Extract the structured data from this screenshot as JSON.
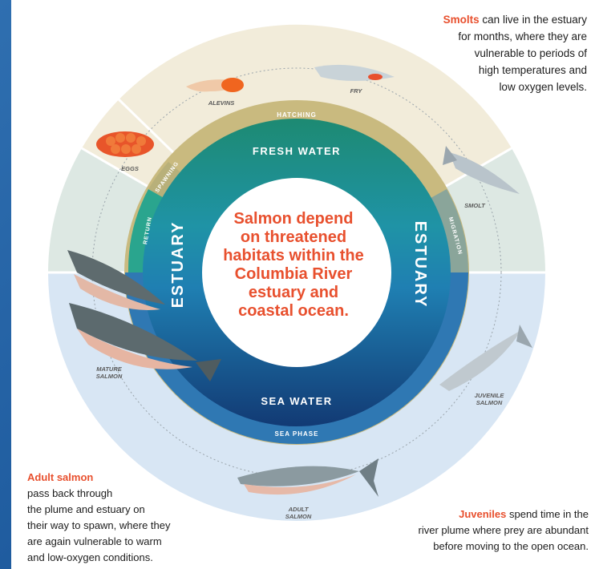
{
  "center": {
    "line1": "Salmon depend",
    "line2": "on threatened",
    "line3": "habitats within the",
    "line4": "Columbia River",
    "line5": "estuary and",
    "line6": "coastal ocean."
  },
  "ring": {
    "fresh_water": "FRESH WATER",
    "sea_water": "SEA WATER",
    "estuary_left": "ESTUARY",
    "estuary_right": "ESTUARY"
  },
  "phases": {
    "hatching": "HATCHING",
    "spawning": "SPAWNING",
    "return": "RETURN",
    "migration": "MIGRATION",
    "sea_phase": "SEA PHASE"
  },
  "stages": {
    "eggs": "EGGS",
    "alevins": "ALEVINS",
    "fry": "FRY",
    "smolt": "SMOLT",
    "juvenile_1": "JUVENILE",
    "juvenile_2": "SALMON",
    "adult_1": "ADULT",
    "adult_2": "SALMON",
    "mature_1": "MATURE",
    "mature_2": "SALMON"
  },
  "callouts": {
    "smolts_highlight": "Smolts",
    "smolts_line1": "can live in the estuary",
    "smolts_line2": "for months, where they are",
    "smolts_line3": "vulnerable to periods of",
    "smolts_line4": "high temperatures and",
    "smolts_line5": "low oxygen levels.",
    "adult_highlight": "Adult salmon",
    "adult_line1": "pass back through",
    "adult_line2": "the plume and estuary on",
    "adult_line3": "their way to spawn, where they",
    "adult_line4": "are again vulnerable to warm",
    "adult_line5": "and low-oxygen conditions.",
    "juveniles_highlight": "Juveniles",
    "juveniles_line1": "spend time in the",
    "juveniles_line2": "river plume where prey are abundant",
    "juveniles_line3": "before moving to the open ocean."
  },
  "colors": {
    "accent": "#e8502e",
    "fresh": "#1f8a76",
    "sea": "#123e78",
    "estuary": "#1f7fae",
    "tan": "#c9ba7f",
    "ocean_bg": "#1d5a9e"
  }
}
